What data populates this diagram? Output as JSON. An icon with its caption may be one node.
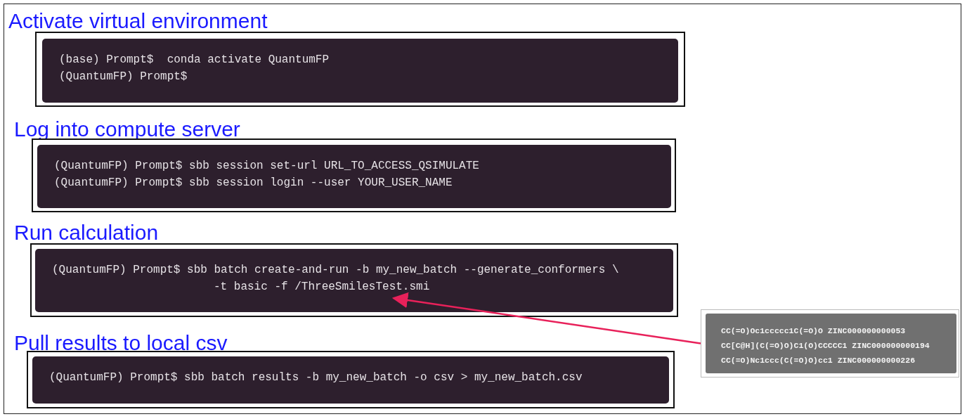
{
  "diagram": {
    "nodes": [
      {
        "text": [
          "Activate virtual environment",
          "(base) Prompt$  conda activate QuantumFP",
          "(QuantumFP) Prompt$"
        ]
      },
      {
        "text": [
          "Log into compute server",
          "(QuantumFP) Prompt$ sbb session set-url URL_TO_ACCESS_QSIMULATE",
          "(QuantumFP) Prompt$ sbb session login --user YOUR_USER_NAME"
        ]
      },
      {
        "text": [
          "Run calculation",
          "(QuantumFP) Prompt$ sbb batch create-and-run -b my_new_batch --generate_conformers \\",
          "-t basic -f /ThreeSmilesTest.smi"
        ]
      },
      {
        "text": [
          "Pull results to local csv",
          "(QuantumFP) Prompt$ sbb batch results -b my_new_batch -o csv > my_new_batch.csv"
        ]
      },
      {
        "text": [
          "CC(=O)Oc1ccccc1C(=O)O ZINC000000000053",
          "CC[C@H](C(=O)O)C1(O)CCCCC1 ZINC000000000194",
          "CC(=O)Nc1ccc(C(=O)O)cc1 ZINC000000000226"
        ]
      }
    ],
    "edges": [
      {
        "from": 4,
        "to": 2,
        "arrow": "to",
        "color": "#e8215a"
      }
    ]
  }
}
